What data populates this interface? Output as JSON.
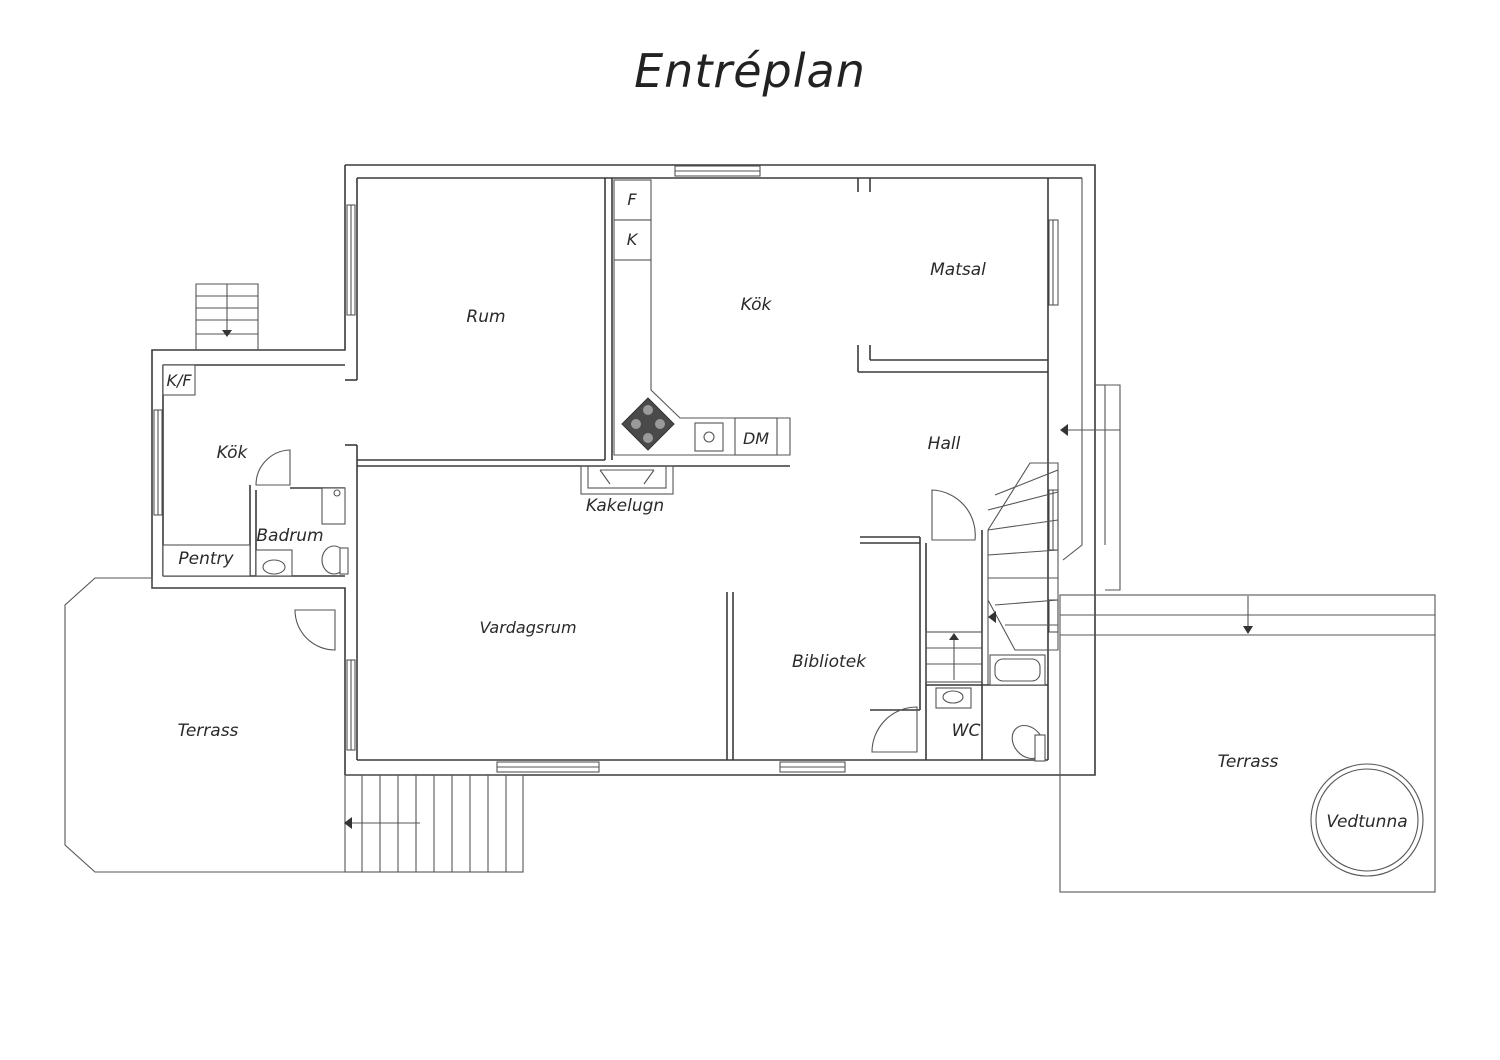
{
  "title": "Entréplan",
  "rooms": {
    "rum": "Rum",
    "kok_main": "Kök",
    "matsal": "Matsal",
    "hall": "Hall",
    "kok_small": "Kök",
    "kf": "K/F",
    "badrum": "Badrum",
    "pentry": "Pentry",
    "kakelugn": "Kakelugn",
    "vardagsrum": "Vardagsrum",
    "bibliotek": "Bibliotek",
    "wc": "WC",
    "terrass_left": "Terrass",
    "terrass_right": "Terrass",
    "vedtunna": "Vedtunna",
    "fridge": "F",
    "freezer": "K",
    "dishwasher": "DM"
  },
  "colors": {
    "line": "#3a3a3a",
    "stove_fill": "#4a4a4a",
    "background": "#ffffff"
  }
}
